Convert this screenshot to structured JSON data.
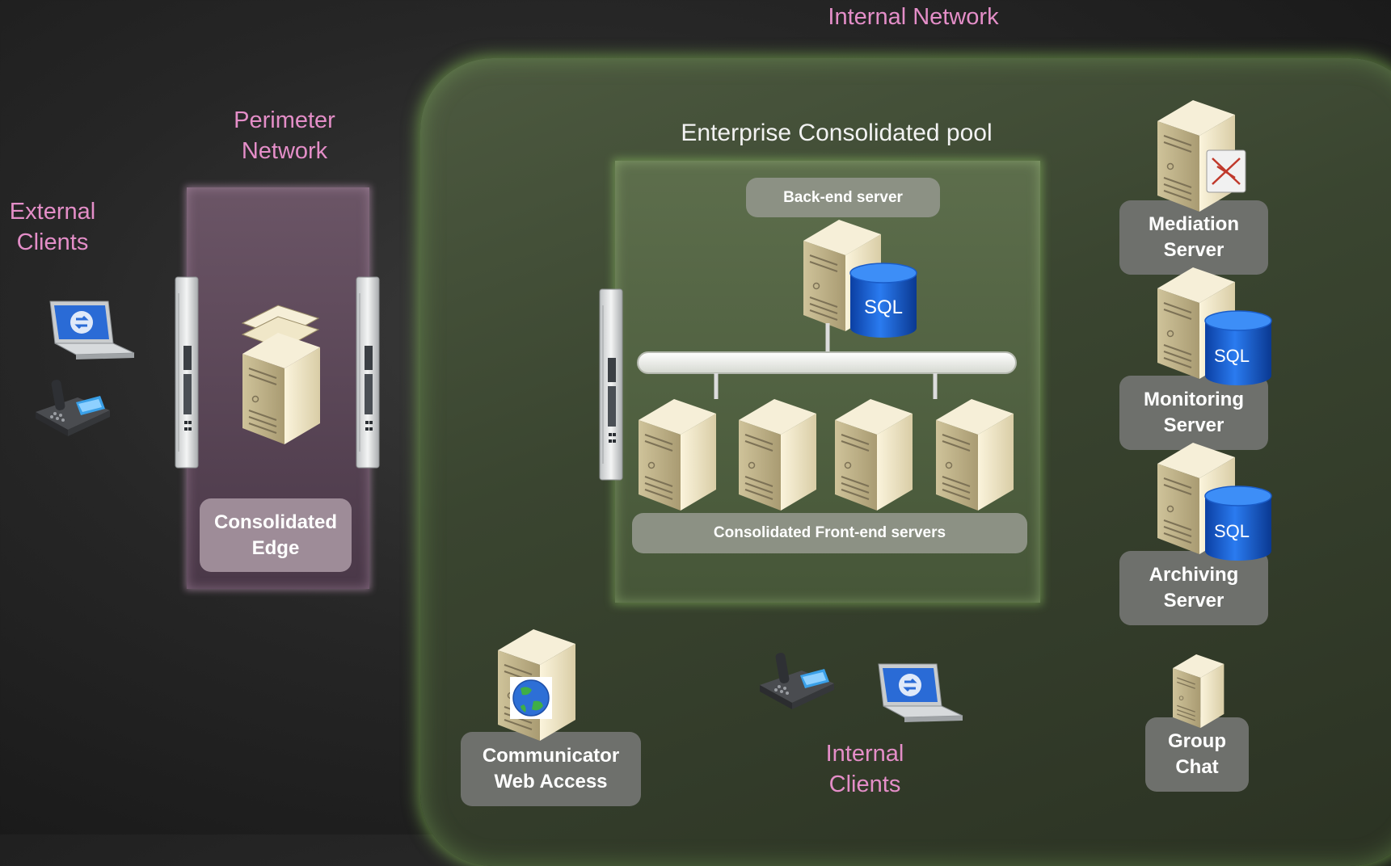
{
  "labels": {
    "internal_network": "Internal Network",
    "perimeter_network": "Perimeter\nNetwork",
    "external_clients": "External\nClients",
    "pool_title": "Enterprise Consolidated pool",
    "internal_clients": "Internal\nClients"
  },
  "boxes": {
    "backend": "Back-end server",
    "frontend": "Consolidated Front-end servers",
    "edge": "Consolidated\nEdge",
    "mediation": "Mediation\nServer",
    "monitoring": "Monitoring\nServer",
    "archiving": "Archiving\nServer",
    "group_chat": "Group\nChat",
    "web_access": "Communicator\nWeb Access"
  },
  "sql_label": "SQL",
  "colors": {
    "accent_label": "#e48ec8",
    "internal_zone": "#3a4530",
    "perimeter_zone": "#5a4658",
    "pool_zone": "#52623f",
    "box_fill": "#6e706c",
    "sql_blue": "#1565d8"
  },
  "icons": [
    "server-icon",
    "database-icon",
    "firewall-icon",
    "laptop-icon",
    "phone-icon",
    "globe-icon",
    "network-switch-icon"
  ]
}
